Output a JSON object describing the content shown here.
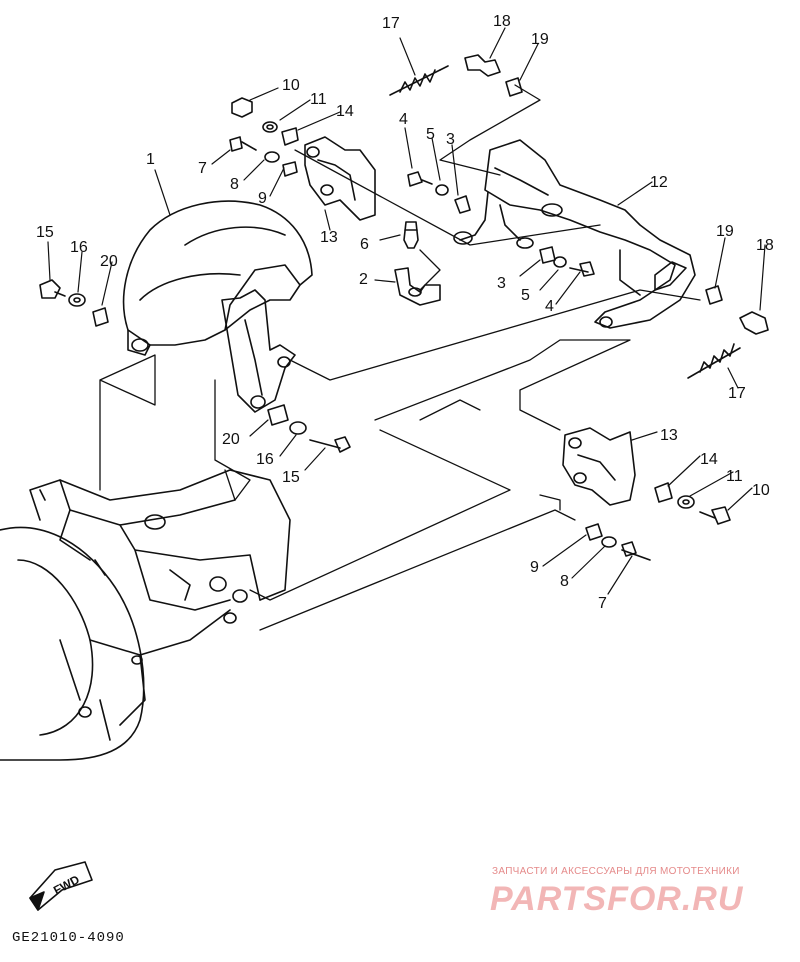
{
  "diagram": {
    "code": "GE21010-4090",
    "fwd_label": "FWD",
    "watermark": {
      "line1": "ЗАПЧАСТИ И АКСЕССУАРЫ ДЛЯ МОТОТЕХНИКИ",
      "line2": "PARTSFOR.RU"
    },
    "callouts": [
      {
        "id": "c1",
        "text": "1"
      },
      {
        "id": "c2",
        "text": "2"
      },
      {
        "id": "c3a",
        "text": "3"
      },
      {
        "id": "c3b",
        "text": "3"
      },
      {
        "id": "c4a",
        "text": "4"
      },
      {
        "id": "c4b",
        "text": "4"
      },
      {
        "id": "c5a",
        "text": "5"
      },
      {
        "id": "c5b",
        "text": "5"
      },
      {
        "id": "c6",
        "text": "6"
      },
      {
        "id": "c7a",
        "text": "7"
      },
      {
        "id": "c7b",
        "text": "7"
      },
      {
        "id": "c8a",
        "text": "8"
      },
      {
        "id": "c8b",
        "text": "8"
      },
      {
        "id": "c9a",
        "text": "9"
      },
      {
        "id": "c9b",
        "text": "9"
      },
      {
        "id": "c10a",
        "text": "10"
      },
      {
        "id": "c10b",
        "text": "10"
      },
      {
        "id": "c11a",
        "text": "11"
      },
      {
        "id": "c11b",
        "text": "11"
      },
      {
        "id": "c12",
        "text": "12"
      },
      {
        "id": "c13a",
        "text": "13"
      },
      {
        "id": "c13b",
        "text": "13"
      },
      {
        "id": "c14a",
        "text": "14"
      },
      {
        "id": "c14b",
        "text": "14"
      },
      {
        "id": "c15a",
        "text": "15"
      },
      {
        "id": "c15b",
        "text": "15"
      },
      {
        "id": "c16a",
        "text": "16"
      },
      {
        "id": "c16b",
        "text": "16"
      },
      {
        "id": "c17a",
        "text": "17"
      },
      {
        "id": "c17b",
        "text": "17"
      },
      {
        "id": "c18a",
        "text": "18"
      },
      {
        "id": "c18b",
        "text": "18"
      },
      {
        "id": "c19a",
        "text": "19"
      },
      {
        "id": "c19b",
        "text": "19"
      },
      {
        "id": "c20a",
        "text": "20"
      },
      {
        "id": "c20b",
        "text": "20"
      }
    ]
  }
}
